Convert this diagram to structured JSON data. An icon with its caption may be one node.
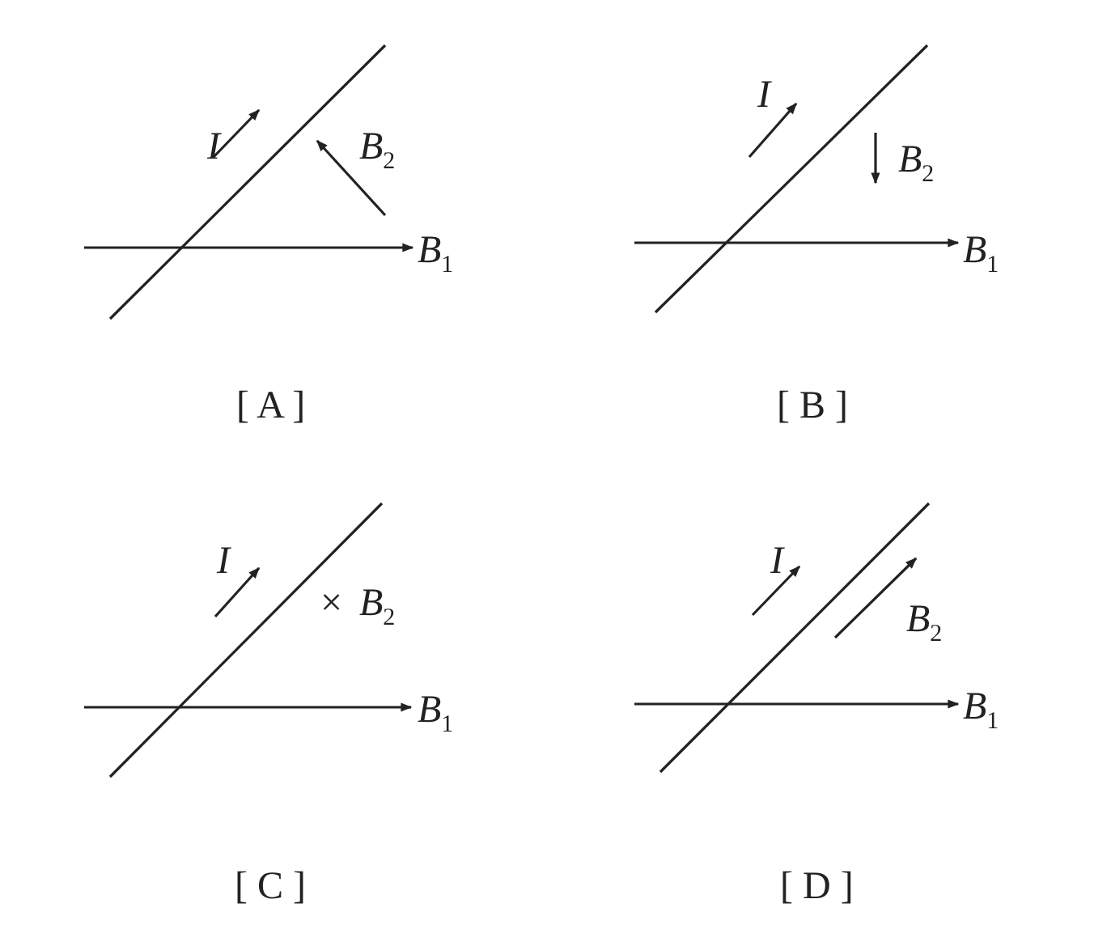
{
  "diagram": {
    "labels": [
      "I",
      "*B*$_{2}$",
      "*B*$_{1}$",
      "[ A ]",
      "I",
      "*B*$_{2}$",
      "*B*$_{1}$",
      "[ B ]",
      "I",
      "×",
      "*B*$_{2}$",
      "*B*$_{1}$",
      "[ C ]",
      "I",
      "*B*$_{2}$",
      "*B*$_{1}$",
      "[ D ]"
    ]
  }
}
